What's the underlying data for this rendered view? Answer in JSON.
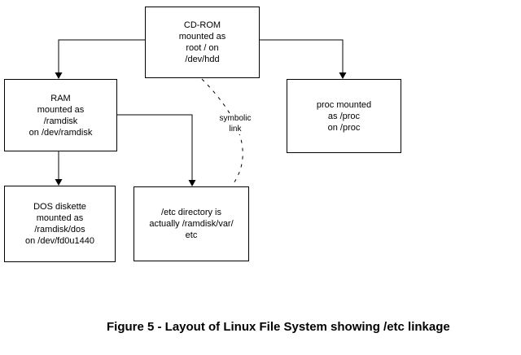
{
  "diagram": {
    "nodes": {
      "cdrom": {
        "label": "CD-ROM\nmounted as\nroot / on\n/dev/hdd"
      },
      "ram": {
        "label": "RAM\nmounted as\n/ramdisk\non /dev/ramdisk"
      },
      "proc": {
        "label": "proc mounted\nas /proc\non /proc"
      },
      "dos": {
        "label": "DOS diskette\nmounted as\n/ramdisk/dos\non /dev/fd0u1440"
      },
      "etc": {
        "label": "/etc directory is\nactually /ramdisk/var/\netc"
      }
    },
    "edges": {
      "symbolic_link_label": "symbolic\nlink"
    }
  },
  "caption": "Figure 5 - Layout of Linux File System showing /etc linkage",
  "colors": {
    "line": "#000000",
    "text": "#000000",
    "background": "#ffffff"
  }
}
